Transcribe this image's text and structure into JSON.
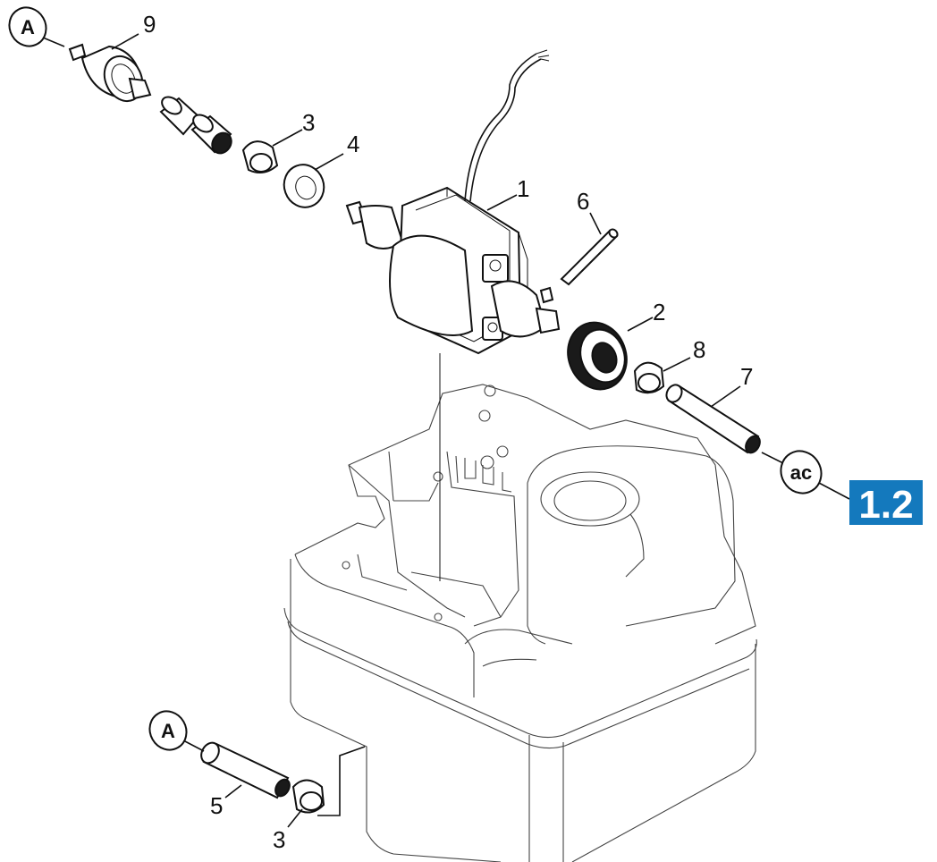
{
  "diagram": {
    "part_labels": [
      "1",
      "2",
      "3",
      "3",
      "4",
      "5",
      "6",
      "7",
      "8",
      "9"
    ],
    "callouts": {
      "top_left": "A",
      "bottom_left": "A",
      "right": "ac"
    },
    "badge": {
      "text": "1.2",
      "color": "#1479bd"
    }
  }
}
